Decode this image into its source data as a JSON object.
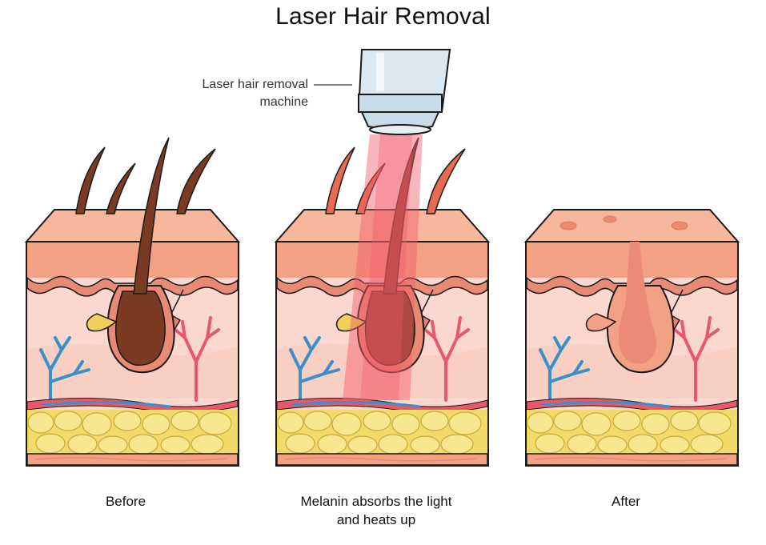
{
  "title": "Laser Hair Removal",
  "callout": {
    "line1": "Laser hair removal",
    "line2": "machine"
  },
  "panels": [
    {
      "id": "before",
      "caption": [
        "Before"
      ]
    },
    {
      "id": "melanin",
      "caption": [
        "Melanin absorbs the light",
        "and heats up"
      ]
    },
    {
      "id": "after",
      "caption": [
        "After"
      ]
    }
  ],
  "colors": {
    "skin_top": "#f6b79c",
    "epidermis": "#f3a184",
    "dermis": "#fbd8cf",
    "dermis_band": "#f9cec3",
    "fat": "#f0da6a",
    "fat_cell": "#f7e88f",
    "hair_dark": "#7a3b22",
    "hair_heated": "#e86a4f",
    "laser_beam": "#f25a6a",
    "nerve_blue": "#3d8fc9",
    "vessel_red": "#e8586a",
    "device_body": "#dbe8f2"
  }
}
